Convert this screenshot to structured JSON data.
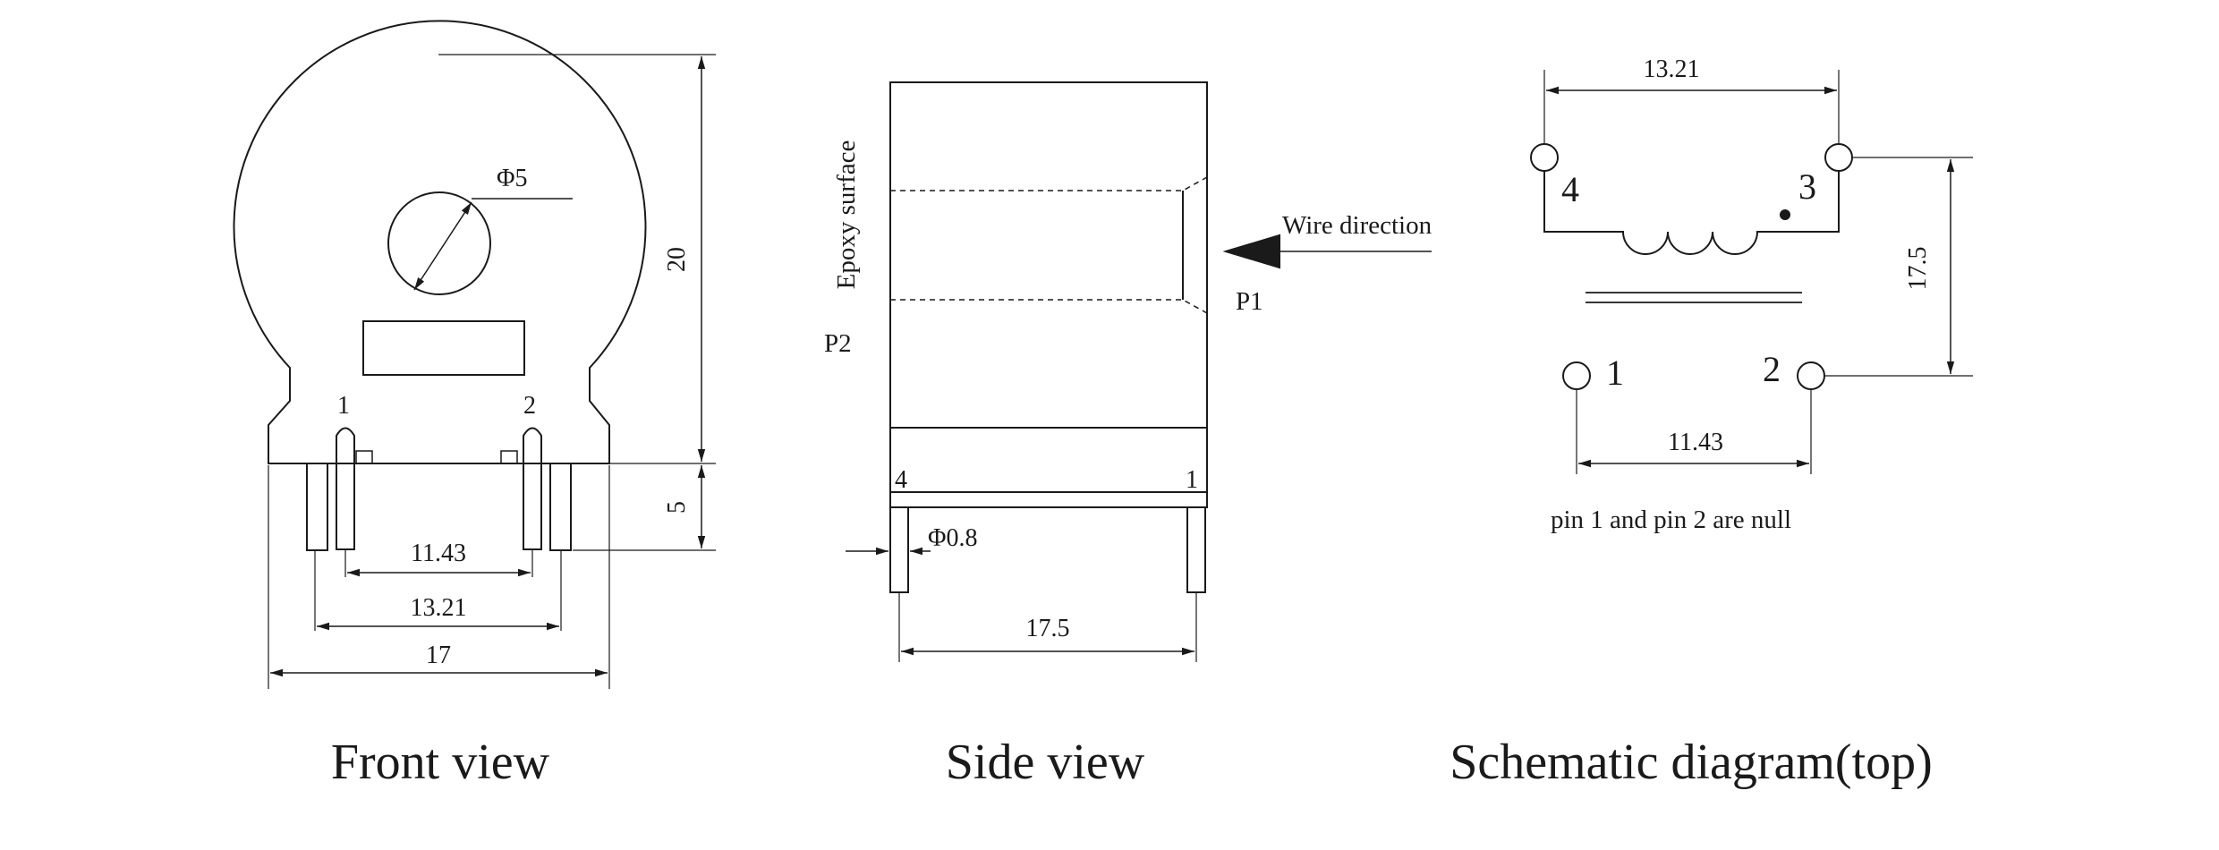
{
  "front_view": {
    "caption": "Front view",
    "hole_diameter": "Φ5",
    "height": "20",
    "pin_length": "5",
    "pin_1": "1",
    "pin_2": "2",
    "spacing_inner": "11.43",
    "spacing_outer": "13.21",
    "width": "17"
  },
  "side_view": {
    "caption": "Side view",
    "surface_label": "Epoxy surface",
    "wire_direction": "Wire direction",
    "p1": "P1",
    "p2": "P2",
    "pin_left": "4",
    "pin_right": "1",
    "pin_diameter": "Φ0.8",
    "pin_spacing": "17.5"
  },
  "schematic": {
    "caption": "Schematic diagram(top)",
    "top_spacing": "13.21",
    "bottom_spacing": "11.43",
    "row_spacing": "17.5",
    "pin_4": "4",
    "pin_3": "3",
    "pin_1": "1",
    "pin_2": "2",
    "note": "pin 1 and pin 2 are null"
  }
}
